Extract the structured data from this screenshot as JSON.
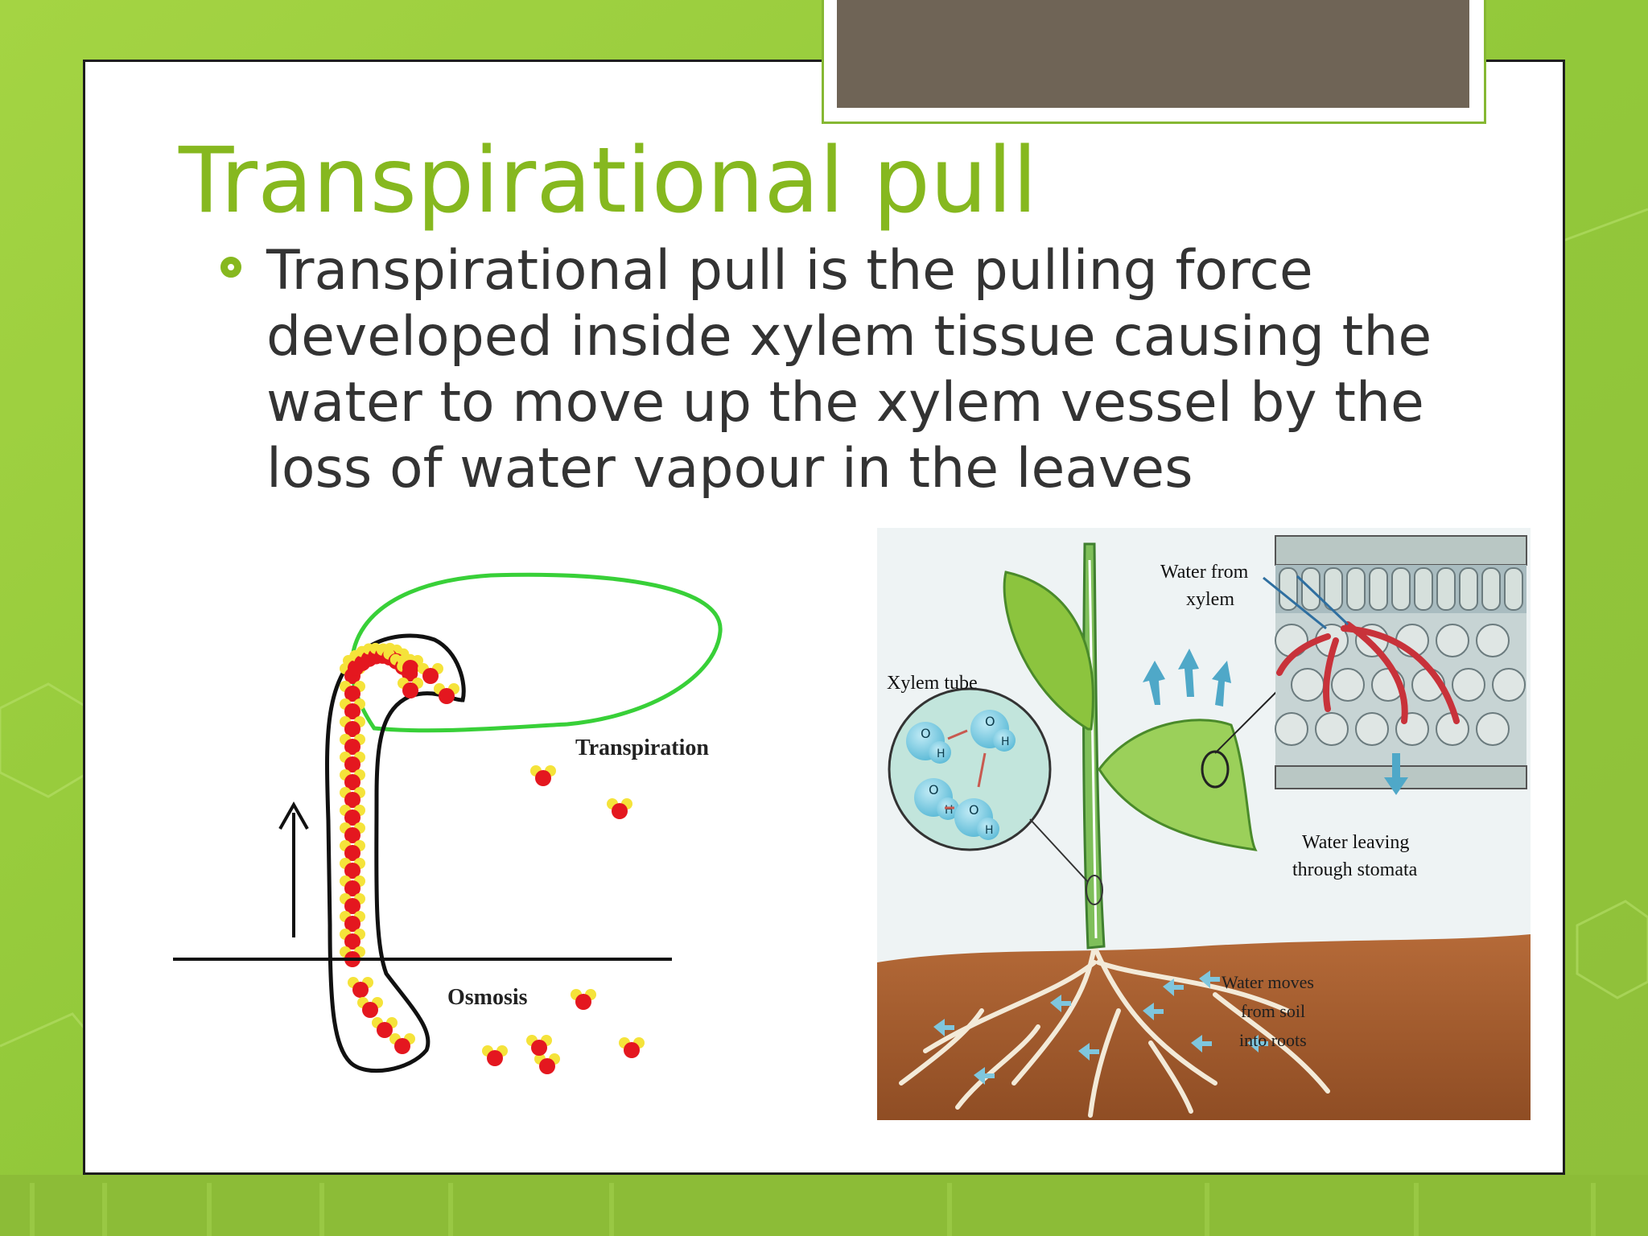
{
  "slide": {
    "title": "Transpirational pull",
    "bullet": "Transpirational pull is the pulling force developed inside xylem tissue causing the water to move up the xylem vessel by the loss of water vapour in the leaves",
    "colors": {
      "accent": "#86b81f",
      "background": "#9ccc3d",
      "tab": "#6f6456",
      "text": "#333333"
    }
  },
  "figure_left": {
    "labels": {
      "transpiration": "Transpiration",
      "osmosis": "Osmosis"
    }
  },
  "figure_right": {
    "labels": {
      "water_from_xylem": [
        "Water from",
        "xylem"
      ],
      "xylem_tube": "Xylem tube",
      "water_leaving": [
        "Water leaving",
        "through stomata"
      ],
      "water_moves": [
        "Water moves",
        "from soil",
        "into roots"
      ],
      "molecule_o": "O",
      "molecule_h": "H"
    }
  }
}
